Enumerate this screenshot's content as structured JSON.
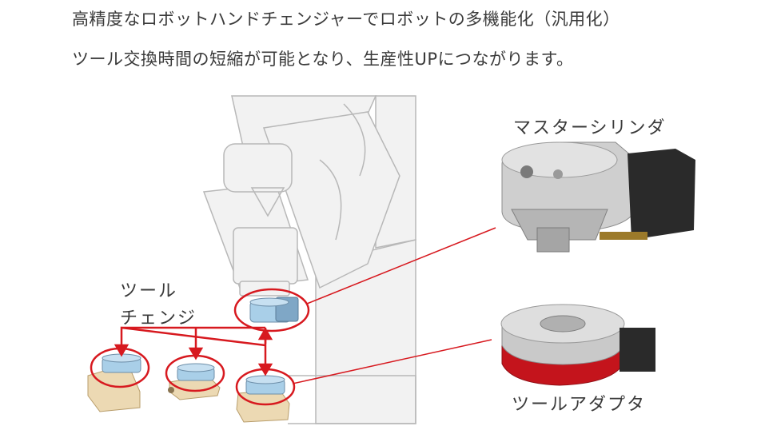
{
  "header": {
    "line1": "高精度なロボットハンドチェンジャーでロボットの多機能化（汎用化）",
    "line2": "ツール交換時間の短縮が可能となり、生産性UPにつながります。"
  },
  "labels": {
    "tool_changer_line1": "ツール",
    "tool_changer_line2": "チェンジ",
    "master_cylinder": "マスターシリンダ",
    "tool_adapter": "ツールアダプタ"
  },
  "colors": {
    "accent_red": "#d7191f",
    "robot_outline": "#b8b8b8",
    "robot_fill": "#f2f2f2",
    "changer_blue": "#a9cfe8",
    "tool_beige": "#ecd9b3",
    "adapter_red": "#c4141c",
    "metal": "#c9c9c9",
    "connector": "#2a2a2a",
    "text": "#3a3a3a"
  },
  "icons": [
    "robot-arm-illustration",
    "master-cylinder-photo",
    "tool-adapter-photo"
  ]
}
